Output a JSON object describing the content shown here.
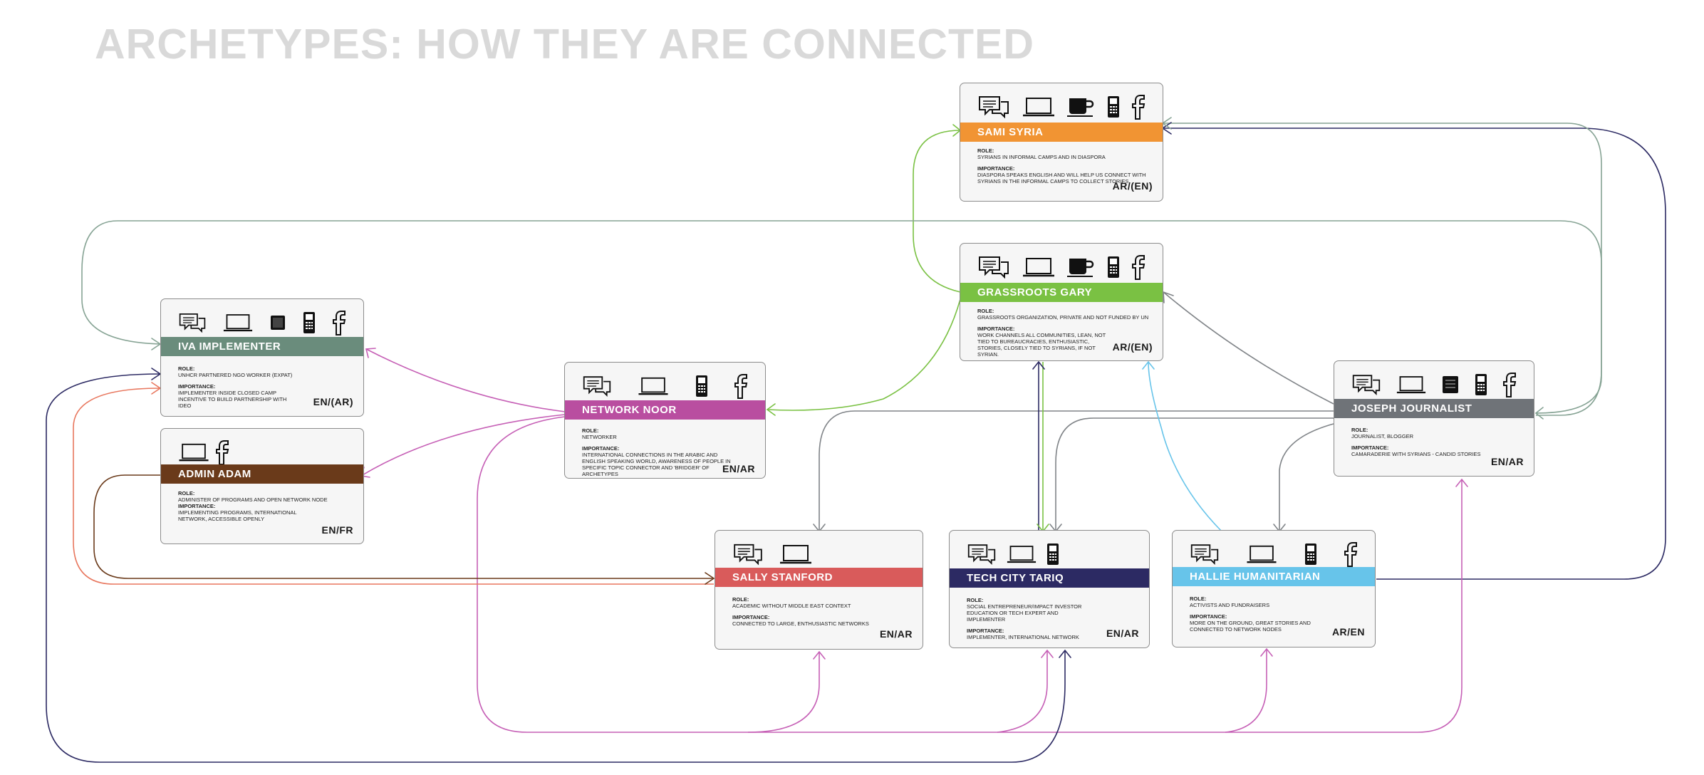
{
  "title": "ARCHETYPES: HOW THEY ARE CONNECTED",
  "role_label": "ROLE:",
  "importance_label": "IMPORTANCE:",
  "colors": {
    "sami": "#f19433",
    "gary": "#7ac143",
    "iva": "#6a8c7c",
    "adam": "#6a3a1a",
    "noor": "#b94ea0",
    "joseph": "#6f7378",
    "sally": "#d95b5b",
    "tariq": "#2c2a63",
    "hallie": "#67c4ea",
    "pink": "#c660b6",
    "navy": "#2c2a63",
    "sage": "#86a394",
    "gray": "#808488",
    "salmon": "#e8775e",
    "brown": "#6a3a1a",
    "sky": "#67c4ea",
    "green": "#7ac143"
  },
  "icon_names": [
    "chat-icon",
    "laptop-icon",
    "tablet-icon",
    "mug-icon",
    "phone-icon",
    "facebook-icon"
  ],
  "cards": {
    "sami": {
      "name": "SAMI SYRIA",
      "role": "SYRIANS IN INFORMAL CAMPS AND IN DIASPORA",
      "importance": "DIASPORA SPEAKS ENGLISH AND WILL HELP US CONNECT WITH SYRIANS IN THE INFORMAL CAMPS TO COLLECT STORIES.",
      "languages": "AR/(EN)"
    },
    "gary": {
      "name": "GRASSROOTS GARY",
      "role": "GRASSROOTS ORGANIZATION, PRIVATE AND NOT FUNDED BY UN",
      "importance": "WORK CHANNELS ALL COMMUNITIES, LEAN, NOT TIED TO BUREAUCRACIES, ENTHUSIASTIC, STORIES, CLOSELY TIED TO SYRIANS, IF NOT SYRIAN.",
      "languages": "AR/(EN)"
    },
    "iva": {
      "name": "IVA IMPLEMENTER",
      "role": "UNHCR PARTNERED NGO WORKER (EXPAT)",
      "importance": "IMPLEMENTER INSIDE CLOSED CAMP INCENTIVE TO BUILD PARTNERSHIP WITH IDEO",
      "languages": "EN/(AR)"
    },
    "adam": {
      "name": "ADMIN ADAM",
      "role": "ADMINISTER OF PROGRAMS AND OPEN NETWORK NODE",
      "importance": "IMPLEMENTING PROGRAMS, INTERNATIONAL NETWORK, ACCESSIBLE OPENLY",
      "languages": "EN/FR"
    },
    "noor": {
      "name": "NETWORK NOOR",
      "role": "NETWORKER",
      "importance": "INTERNATIONAL CONNECTIONS IN THE ARABIC AND ENGLISH SPEAKING WORLD, AWARENESS OF PEOPLE IN SPECIFIC TOPIC CONNECTOR AND 'BRIDGER' OF ARCHETYPES",
      "languages": "EN/AR"
    },
    "joseph": {
      "name": "JOSEPH JOURNALIST",
      "role": "JOURNALIST, BLOGGER",
      "importance": "CAMARADERIE WITH SYRIANS - CANDID STORIES",
      "languages": "EN/AR"
    },
    "sally": {
      "name": "SALLY STANFORD",
      "role": "ACADEMIC WITHOUT MIDDLE EAST CONTEXT",
      "importance": "CONNECTED TO LARGE, ENTHUSIASTIC NETWORKS",
      "languages": "EN/AR"
    },
    "tariq": {
      "name": "TECH CITY TARIQ",
      "role": "SOCIAL ENTREPRENEUR/IMPACT INVESTOR EDUCATION OR TECH EXPERT AND IMPLEMENTER",
      "importance": "IMPLEMENTER, INTERNATIONAL NETWORK",
      "languages": "EN/AR"
    },
    "hallie": {
      "name": "HALLIE HUMANITARIAN",
      "role": "ACTIVISTS AND FUNDRAISERS",
      "importance": "MORE ON THE GROUND, GREAT STORIES AND CONNECTED TO NETWORK NODES",
      "languages": "AR/EN"
    }
  }
}
